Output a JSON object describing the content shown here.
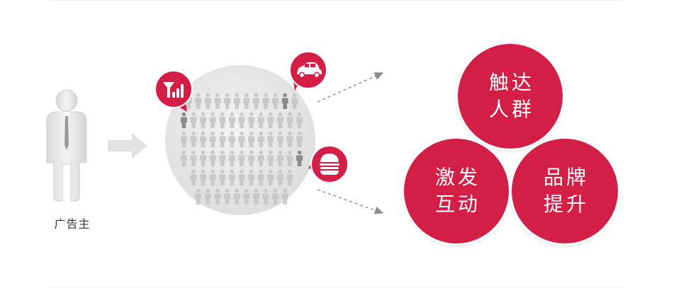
{
  "advertiser": {
    "label": "广告主"
  },
  "outcomes": [
    {
      "line1": "触达",
      "line2": "人群"
    },
    {
      "line1": "激发",
      "line2": "互动"
    },
    {
      "line1": "品牌",
      "line2": "提升"
    }
  ],
  "audience_rows": [
    12,
    13,
    13,
    13,
    11,
    10
  ],
  "colors": {
    "accent": "#d31f45",
    "crowd_person": "#c9c9c9",
    "highlight_person": "#8a8a8a",
    "circle_fill": "#e6e6e6"
  },
  "icons": [
    "person-icon",
    "arrow-right-icon",
    "signal-icon",
    "car-icon",
    "burger-icon",
    "dashed-arrow-icon"
  ]
}
